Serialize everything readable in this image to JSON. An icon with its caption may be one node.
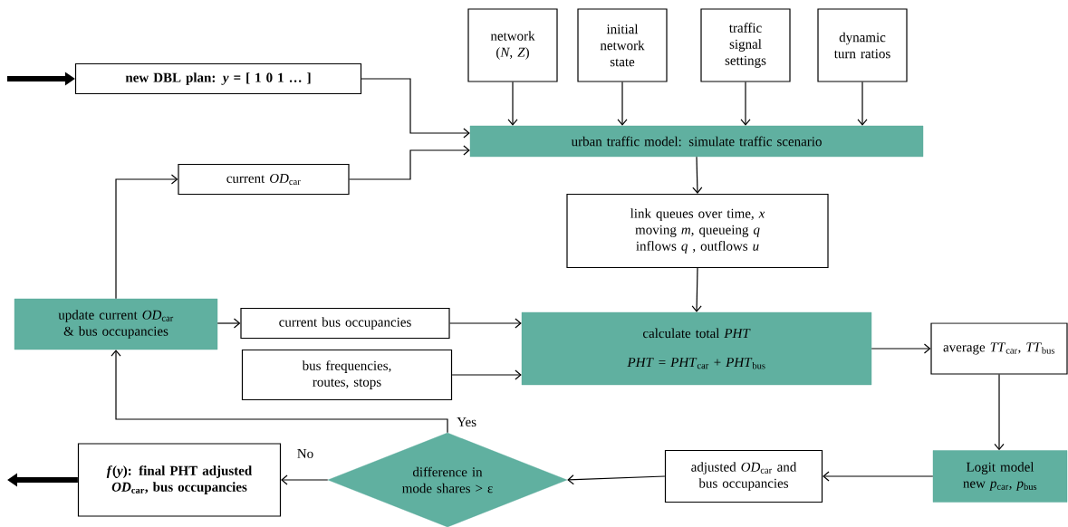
{
  "diagram": {
    "nodes": [
      {
        "text": [
          "network (*N*, *Z*)"
        ]
      },
      {
        "text": [
          "initial network state"
        ]
      },
      {
        "text": [
          "traffic signal settings"
        ]
      },
      {
        "text": [
          "dynamic turn ratios"
        ]
      },
      {
        "text": [
          "new DBL plan: *y* = [ 1 0 1  … ]"
        ]
      },
      {
        "text": [
          "urban traffic model: simulate traffic scenario"
        ]
      },
      {
        "text": [
          "current *OD*$_{car}$"
        ]
      },
      {
        "text": [
          "link queues over time, *x* moving *m*, queueing *q* inflows *q* , outflows *u*"
        ]
      },
      {
        "text": [
          "update current *OD*$_{car}$ & bus occupancies"
        ]
      },
      {
        "text": [
          "current bus occupancies"
        ]
      },
      {
        "text": [
          "bus frequencies, routes, stops"
        ]
      },
      {
        "text": [
          "calculate total *PHT*",
          "*PHT* = *PHT*$_{car}$ + *PHT*$_{bus}$"
        ]
      },
      {
        "text": [
          "average *TT*$_{car}$, *TT*$_{bus}$"
        ]
      },
      {
        "text": [
          "Logit model new *p*$_{car}$, *p*$_{bus}$"
        ]
      },
      {
        "text": [
          "adjusted *OD*$_{car}$ and bus occupancies"
        ]
      },
      {
        "text": [
          "difference in mode shares > ε"
        ]
      },
      {
        "text": [
          "*f*(*y*): final PHT adjusted *OD*$_{car}$, bus occupancies"
        ]
      }
    ],
    "edges": [
      {
        "from": null,
        "to": 4,
        "arrow": "to",
        "style": "thick"
      },
      {
        "from": 4,
        "to": 5,
        "arrow": "to"
      },
      {
        "from": 6,
        "to": 5,
        "arrow": "to"
      },
      {
        "from": 0,
        "to": 5,
        "arrow": "to"
      },
      {
        "from": 1,
        "to": 5,
        "arrow": "to"
      },
      {
        "from": 2,
        "to": 5,
        "arrow": "to"
      },
      {
        "from": 3,
        "to": 5,
        "arrow": "to"
      },
      {
        "from": 5,
        "to": 7,
        "arrow": "to"
      },
      {
        "from": 7,
        "to": 11,
        "arrow": "to"
      },
      {
        "from": 8,
        "to": 6,
        "arrow": "to"
      },
      {
        "from": 8,
        "to": 9,
        "arrow": "to"
      },
      {
        "from": 9,
        "to": 11,
        "arrow": "to"
      },
      {
        "from": 10,
        "to": 11,
        "arrow": "to"
      },
      {
        "from": 11,
        "to": 12,
        "arrow": "to"
      },
      {
        "from": 12,
        "to": 13,
        "arrow": "to"
      },
      {
        "from": 13,
        "to": 14,
        "arrow": "to"
      },
      {
        "from": 14,
        "to": 15,
        "arrow": "to"
      },
      {
        "from": 15,
        "to": 8,
        "arrow": "to",
        "label": "Yes"
      },
      {
        "from": 15,
        "to": 16,
        "arrow": "to",
        "label": "No"
      },
      {
        "from": 16,
        "to": null,
        "arrow": "to",
        "style": "thick"
      }
    ]
  }
}
